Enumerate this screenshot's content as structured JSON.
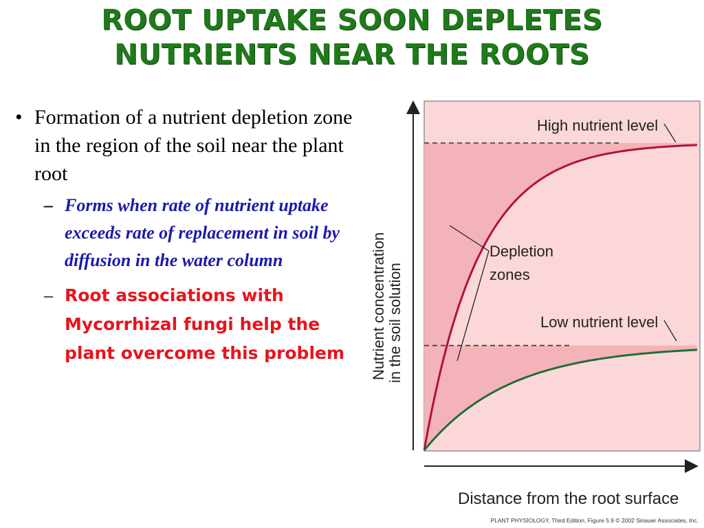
{
  "title": {
    "line1": "Root uptake soon depletes",
    "line2": "nutrients near the roots"
  },
  "bullets": {
    "main": "Formation of a nutrient depletion zone in the region of the soil near the plant root",
    "sub1": "Forms when rate of nutrient uptake exceeds rate of replacement in soil by diffusion in the water column",
    "sub2": "Root associations with Mycorrhizal fungi help the plant overcome this problem"
  },
  "colors": {
    "title": "#1f7a1a",
    "sub1": "#1a1aaa",
    "sub2": "#e8141c",
    "high_curve": "#b0123a",
    "low_curve": "#1e6e3a",
    "plot_bg": "#fbd7d9",
    "depletion_fill": "#f4b3b8"
  },
  "chart_data": {
    "type": "line",
    "xlabel": "Distance from the root surface",
    "ylabel_line1": "Nutrient concentration",
    "ylabel_line2": "in the soil solution",
    "annotations": {
      "high": "High nutrient level",
      "low": "Low nutrient level",
      "depletion_line1": "Depletion",
      "depletion_line2": "zones"
    },
    "credit": "PLANT PHYSIOLOGY, Third Edition, Figure 5.9  © 2002 Sinauer Associates, Inc.",
    "axis_ticks": false,
    "series": [
      {
        "id": "high",
        "asymptote": 0.88,
        "rate": 5.0
      },
      {
        "id": "low",
        "asymptote": 0.3,
        "rate": 3.2
      }
    ]
  }
}
